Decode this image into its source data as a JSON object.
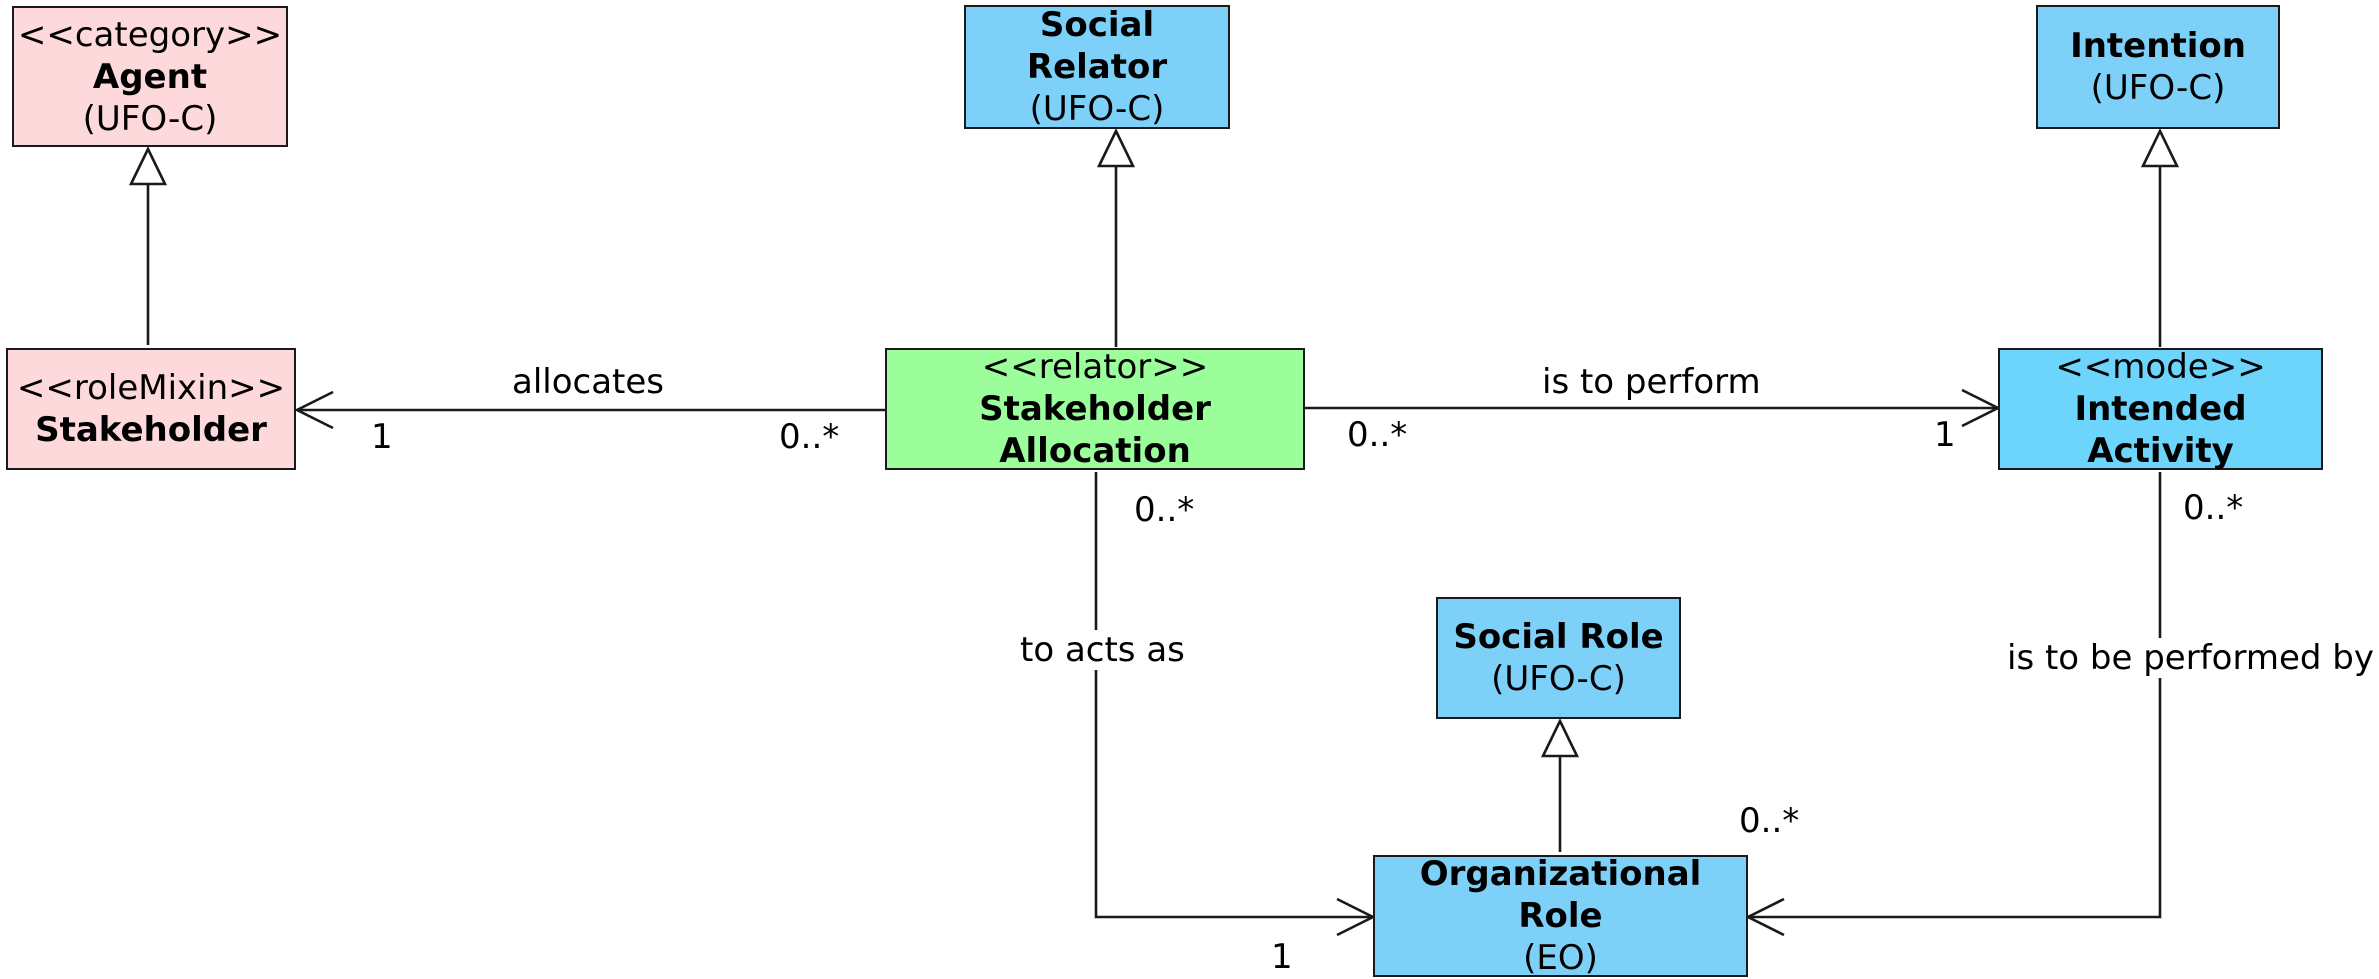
{
  "classes": {
    "agent": {
      "stereotype": "<<category>>",
      "name": "Agent",
      "source": "(UFO-C)"
    },
    "stakeholder": {
      "stereotype": "<<roleMixin>>",
      "name": "Stakeholder"
    },
    "social_relator": {
      "name": "Social Relator",
      "source": "(UFO-C)"
    },
    "stakeholder_allocation": {
      "stereotype": "<<relator>>",
      "name": "Stakeholder Allocation"
    },
    "intention": {
      "name": "Intention",
      "source": "(UFO-C)"
    },
    "intended_activity": {
      "stereotype": "<<mode>>",
      "name": "Intended Activity"
    },
    "social_role": {
      "name": "Social Role",
      "source": "(UFO-C)"
    },
    "organizational_role": {
      "name": "Organizational Role",
      "source": "(EO)"
    }
  },
  "associations": {
    "allocates": {
      "name": "allocates",
      "target_mult": "1",
      "source_mult": "0..*"
    },
    "is_to_perform": {
      "name": "is to perform",
      "source_mult": "0..*",
      "target_mult": "1"
    },
    "to_acts_as": {
      "name": "to acts as",
      "source_mult": "0..*",
      "target_mult": "1"
    },
    "is_to_be_performed_by": {
      "name": "is to be performed by",
      "source_mult": "0..*",
      "target_mult": "0..*"
    }
  },
  "colors": {
    "pink": "#fdd9dc",
    "blue": "#7dd0f7",
    "green": "#9bfe9b",
    "line": "#1a1a1a"
  }
}
